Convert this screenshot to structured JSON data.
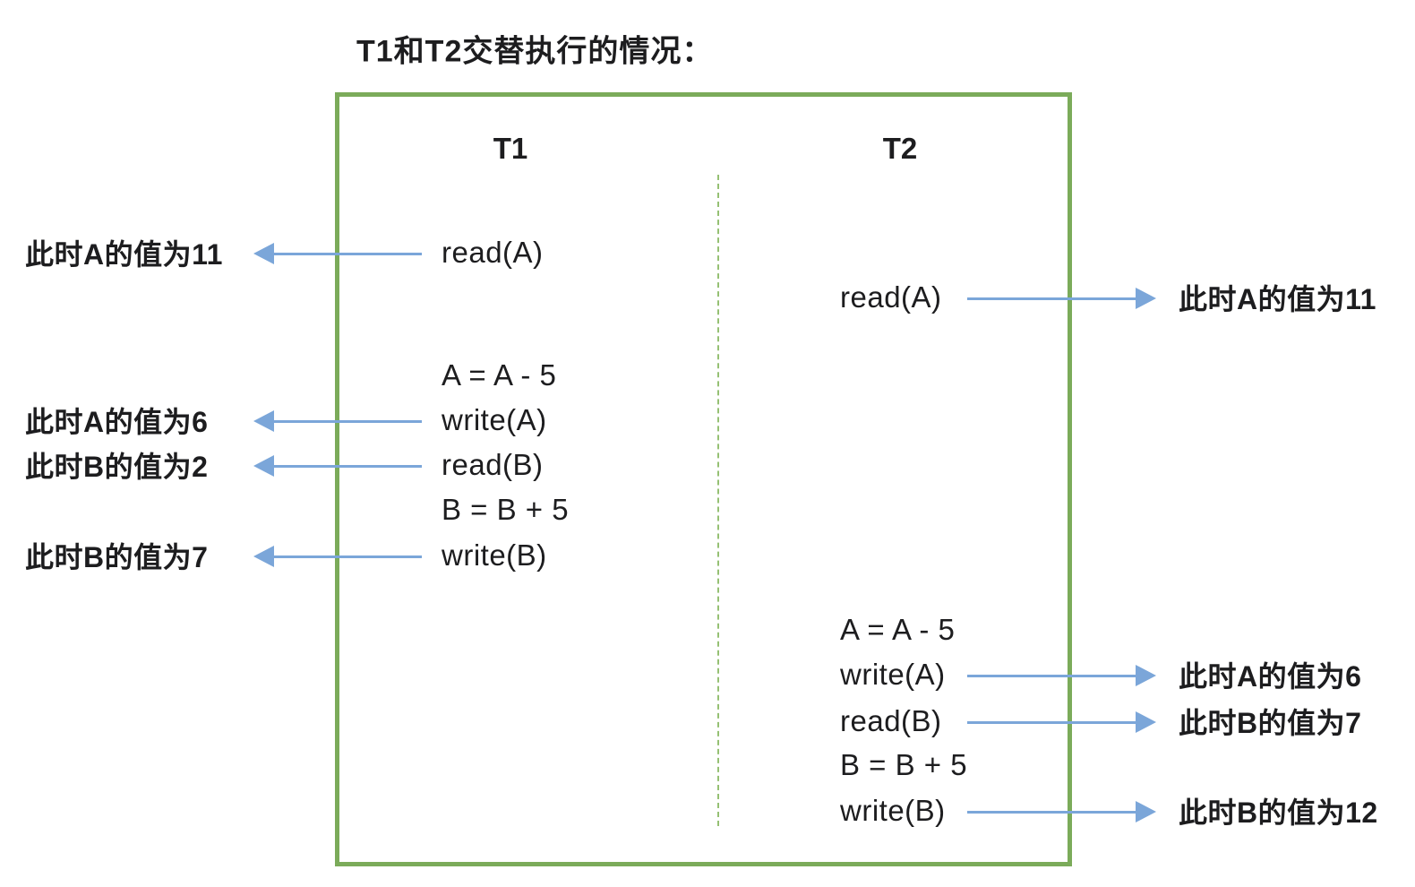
{
  "title": "T1和T2交替执行的情况：",
  "diagram": {
    "t1": {
      "header": "T1",
      "ops": {
        "read_a": "read(A)",
        "calc_a": "A = A - 5",
        "write_a": "write(A)",
        "read_b": "read(B)",
        "calc_b": "B = B + 5",
        "write_b": "write(B)"
      }
    },
    "t2": {
      "header": "T2",
      "ops": {
        "read_a": "read(A)",
        "calc_a": "A = A - 5",
        "write_a": "write(A)",
        "read_b": "read(B)",
        "calc_b": "B = B + 5",
        "write_b": "write(B)"
      }
    }
  },
  "annotations": {
    "left_a11": "此时A的值为11",
    "left_a6": "此时A的值为6",
    "left_b2": "此时B的值为2",
    "left_b7": "此时B的值为7",
    "right_a11": "此时A的值为11",
    "right_a6": "此时A的值为6",
    "right_b7": "此时B的值为7",
    "right_b12": "此时B的值为12"
  },
  "colors": {
    "box_border": "#7bab5a",
    "divider": "#95c073",
    "arrow": "#7ba6d9",
    "text": "#1d1d1f"
  }
}
